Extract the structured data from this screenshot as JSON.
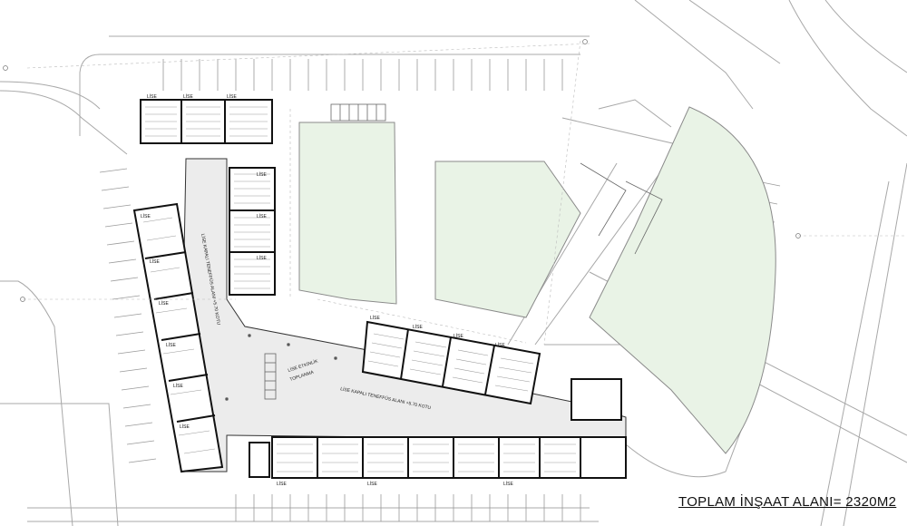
{
  "plan": {
    "total_area_label": "TOPLAM İNŞAAT ALANI= 2320M2",
    "room_tag": "LİSE",
    "lise_tags": [
      "LİSE",
      "LİSE",
      "LİSE",
      "LİSE",
      "LİSE",
      "LİSE",
      "LİSE",
      "LİSE",
      "LİSE",
      "LİSE",
      "LİSE",
      "LİSE",
      "LİSE",
      "LİSE",
      "LİSE",
      "LİSE",
      "LİSE",
      "LİSE",
      "LİSE"
    ],
    "hall_label_1": "LİSE KAPALI TENEFFÜS ALANI +5.70 KOTU",
    "hall_label_2": "LİSE KAPALI TENEFFÜS ALANI +5.70 KOTU",
    "activity_label_1": "LİSE ETKİNLİK",
    "activity_label_2": "TOPLANMA",
    "colors": {
      "green_area": "#e9f3e6",
      "hall_fill": "#ececec",
      "wall": "#111111",
      "line": "#9a9a9a"
    }
  }
}
